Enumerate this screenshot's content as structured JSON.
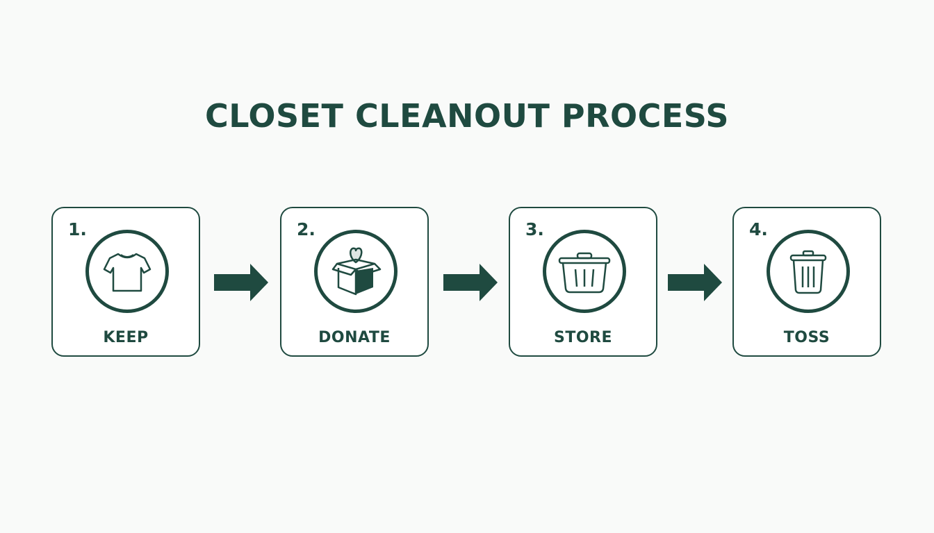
{
  "title": "CLOSET CLEANOUT PROCESS",
  "colors": {
    "primary": "#1f4a40",
    "background": "#f9faf9",
    "card": "#ffffff"
  },
  "steps": [
    {
      "number": "1.",
      "label": "KEEP",
      "icon": "t-shirt-icon"
    },
    {
      "number": "2.",
      "label": "DONATE",
      "icon": "donation-box-heart-icon"
    },
    {
      "number": "3.",
      "label": "STORE",
      "icon": "storage-bin-icon"
    },
    {
      "number": "4.",
      "label": "TOSS",
      "icon": "trash-can-icon"
    }
  ],
  "arrows": [
    "arrow-right-icon",
    "arrow-right-icon",
    "arrow-right-icon"
  ]
}
